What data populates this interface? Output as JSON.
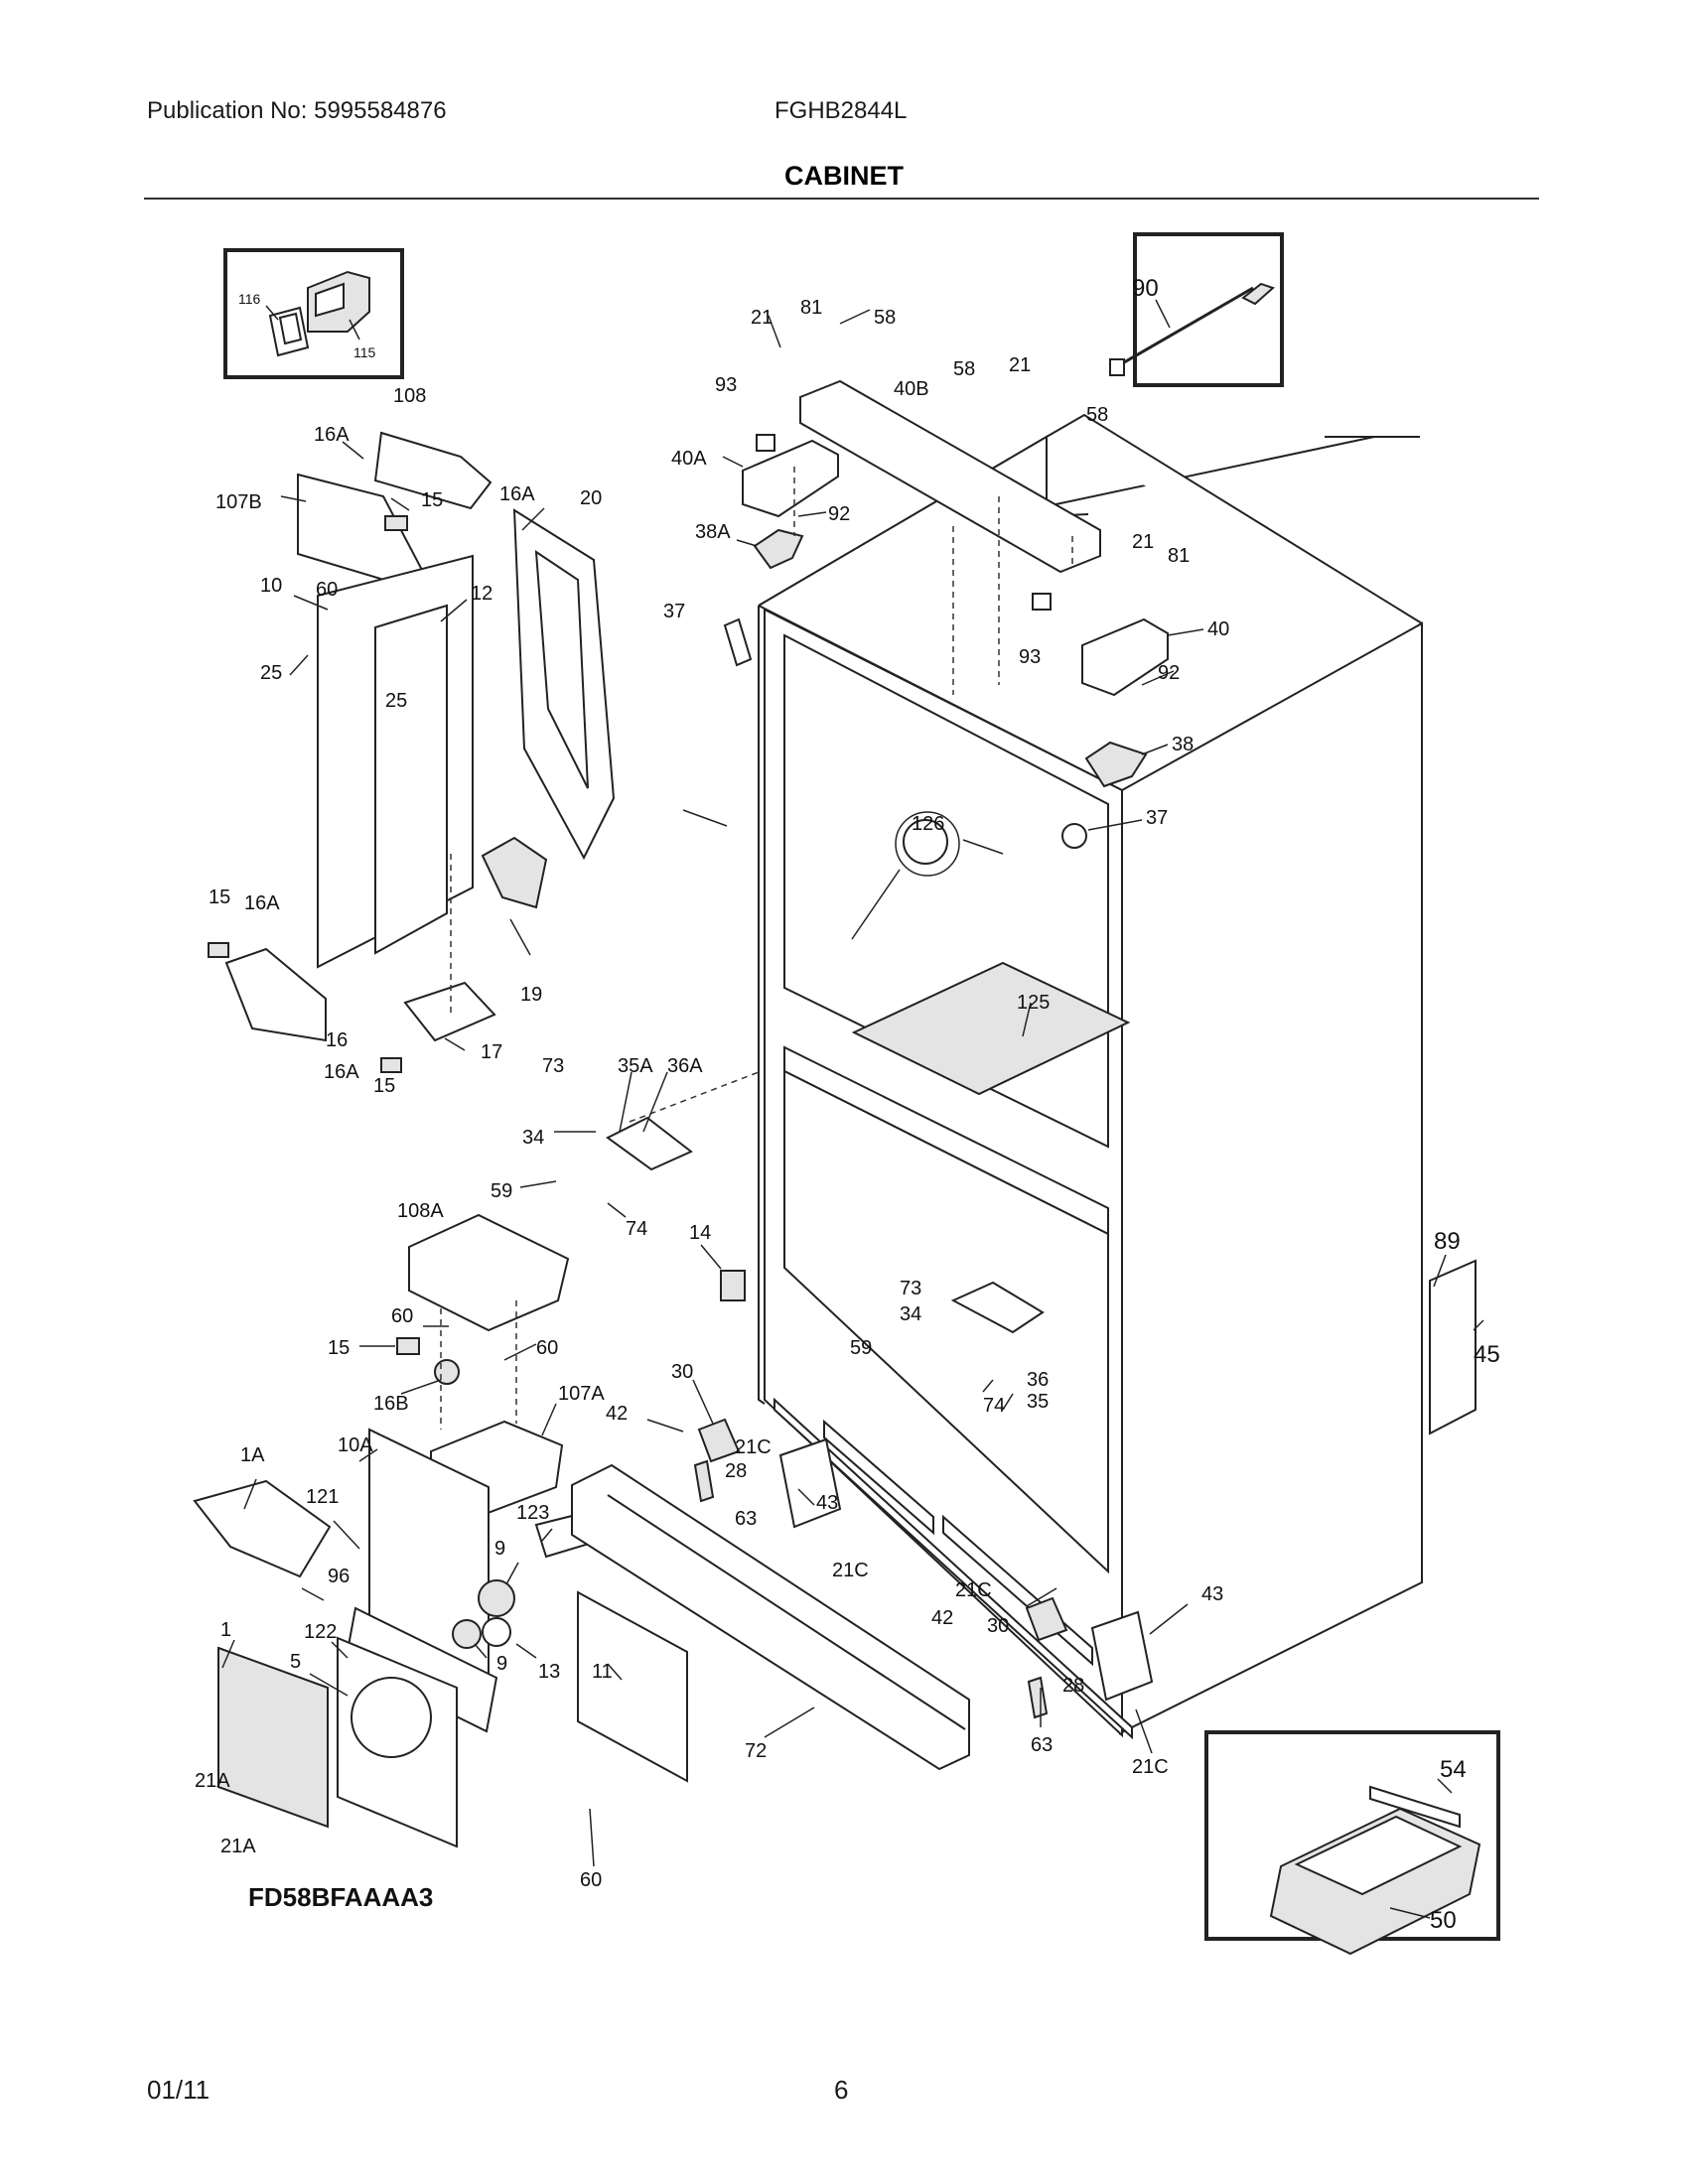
{
  "header": {
    "publication": "Publication No: 5995584876",
    "model": "FGHB2844L"
  },
  "title": "CABINET",
  "diagram_code": "FD58BFAAAA3",
  "footer": {
    "date": "01/11",
    "page": "6"
  },
  "callouts": {
    "c116": "116",
    "c115": "115",
    "c108": "108",
    "c16A_a": "16A",
    "c107B": "107B",
    "c15_a": "15",
    "c16A_b": "16A",
    "c20": "20",
    "c60_a": "60",
    "c10": "10",
    "c12": "12",
    "c25_a": "25",
    "c25_b": "25",
    "c15_b": "15",
    "c16A_c": "16A",
    "c19": "19",
    "c16": "16",
    "c17": "17",
    "c16A_d": "16A",
    "c15_c": "15",
    "c21_a": "21",
    "c81_a": "81",
    "c58_a": "58",
    "c90": "90",
    "c93_a": "93",
    "c40B": "40B",
    "c58_b": "58",
    "c21_b": "21",
    "c58_c": "58",
    "c40A": "40A",
    "c92_a": "92",
    "c38A": "38A",
    "c21_c": "21",
    "c81_b": "81",
    "c37_a": "37",
    "c93_b": "93",
    "c40": "40",
    "c92_b": "92",
    "c38": "38",
    "c37_b": "37",
    "c126": "126",
    "c125": "125",
    "c73_a": "73",
    "c35A": "35A",
    "c36A": "36A",
    "c34_a": "34",
    "c59_a": "59",
    "c74_a": "74",
    "c108A": "108A",
    "c14": "14",
    "c89": "89",
    "c45": "45",
    "c60_b": "60",
    "c15_d": "15",
    "c60_c": "60",
    "c16B": "16B",
    "c107A": "107A",
    "c30_a": "30",
    "c42_a": "42",
    "c21C_a": "21C",
    "c28_a": "28",
    "c43_a": "43",
    "c63_a": "63",
    "c21C_b": "21C",
    "c73_b": "73",
    "c34_b": "34",
    "c59_b": "59",
    "c36": "36",
    "c35": "35",
    "c74_b": "74",
    "c1A": "1A",
    "c10A": "10A",
    "c121": "121",
    "c123": "123",
    "c9_a": "9",
    "c96": "96",
    "c1": "1",
    "c122": "122",
    "c5": "5",
    "c9_b": "9",
    "c13": "13",
    "c11": "11",
    "c21A_a": "21A",
    "c21A_b": "21A",
    "c72": "72",
    "c60_d": "60",
    "c21C_c": "21C",
    "c42_b": "42",
    "c30_b": "30",
    "c43_b": "43",
    "c28_b": "28",
    "c63_b": "63",
    "c21C_d": "21C",
    "c54": "54",
    "c50": "50"
  }
}
